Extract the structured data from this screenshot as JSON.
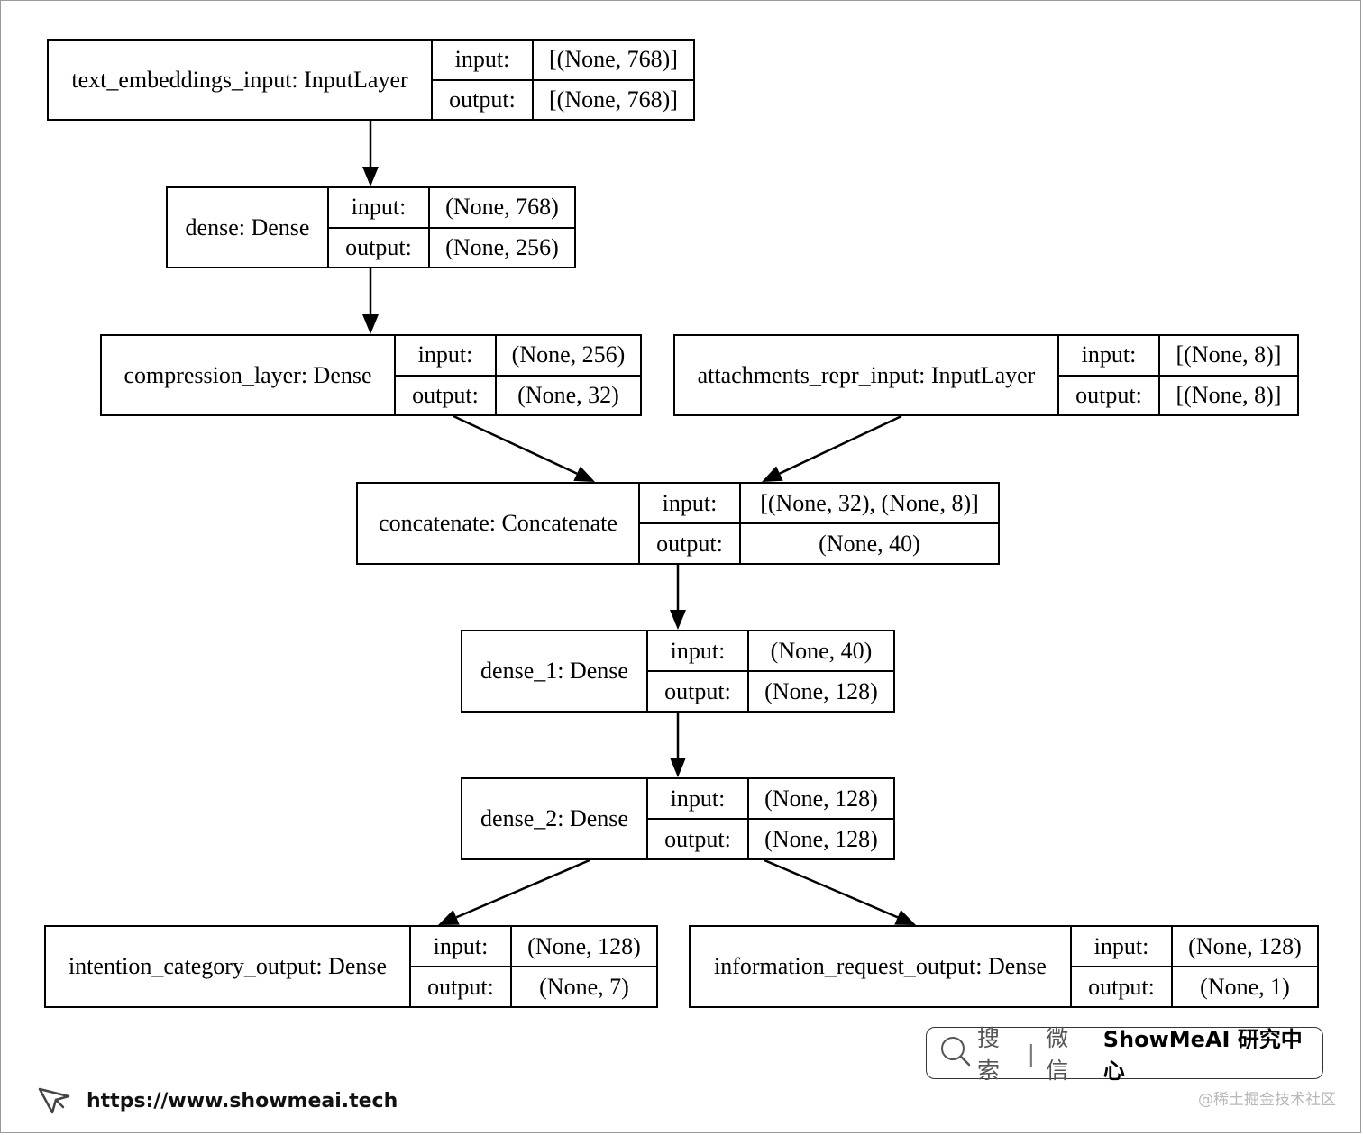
{
  "diagram": {
    "nodes": [
      {
        "id": "text_embeddings_input",
        "name": "text_embeddings_input: InputLayer",
        "input_label": "input:",
        "output_label": "output:",
        "input_value": "[(None, 768)]",
        "output_value": "[(None, 768)]"
      },
      {
        "id": "dense",
        "name": "dense: Dense",
        "input_label": "input:",
        "output_label": "output:",
        "input_value": "(None, 768)",
        "output_value": "(None, 256)"
      },
      {
        "id": "compression_layer",
        "name": "compression_layer: Dense",
        "input_label": "input:",
        "output_label": "output:",
        "input_value": "(None, 256)",
        "output_value": "(None, 32)"
      },
      {
        "id": "attachments_repr_input",
        "name": "attachments_repr_input: InputLayer",
        "input_label": "input:",
        "output_label": "output:",
        "input_value": "[(None, 8)]",
        "output_value": "[(None, 8)]"
      },
      {
        "id": "concatenate",
        "name": "concatenate: Concatenate",
        "input_label": "input:",
        "output_label": "output:",
        "input_value": "[(None, 32), (None, 8)]",
        "output_value": "(None, 40)"
      },
      {
        "id": "dense_1",
        "name": "dense_1: Dense",
        "input_label": "input:",
        "output_label": "output:",
        "input_value": "(None, 40)",
        "output_value": "(None, 128)"
      },
      {
        "id": "dense_2",
        "name": "dense_2: Dense",
        "input_label": "input:",
        "output_label": "output:",
        "input_value": "(None, 128)",
        "output_value": "(None, 128)"
      },
      {
        "id": "intention_category_output",
        "name": "intention_category_output: Dense",
        "input_label": "input:",
        "output_label": "output:",
        "input_value": "(None, 128)",
        "output_value": "(None, 7)"
      },
      {
        "id": "information_request_output",
        "name": "information_request_output: Dense",
        "input_label": "input:",
        "output_label": "output:",
        "input_value": "(None, 128)",
        "output_value": "(None, 1)"
      }
    ],
    "edges": [
      {
        "from": "text_embeddings_input",
        "to": "dense"
      },
      {
        "from": "dense",
        "to": "compression_layer"
      },
      {
        "from": "compression_layer",
        "to": "concatenate"
      },
      {
        "from": "attachments_repr_input",
        "to": "concatenate"
      },
      {
        "from": "concatenate",
        "to": "dense_1"
      },
      {
        "from": "dense_1",
        "to": "dense_2"
      },
      {
        "from": "dense_2",
        "to": "intention_category_output"
      },
      {
        "from": "dense_2",
        "to": "information_request_output"
      }
    ]
  },
  "branding": {
    "search_icon": "magnifier-icon",
    "search_label": "搜索",
    "separator": "|",
    "wechat_label": "微信",
    "brand": "ShowMeAI 研究中心",
    "url_icon": "cursor-arrow-icon",
    "url": "https://www.showmeai.tech",
    "watermark": "@稀土掘金技术社区"
  }
}
